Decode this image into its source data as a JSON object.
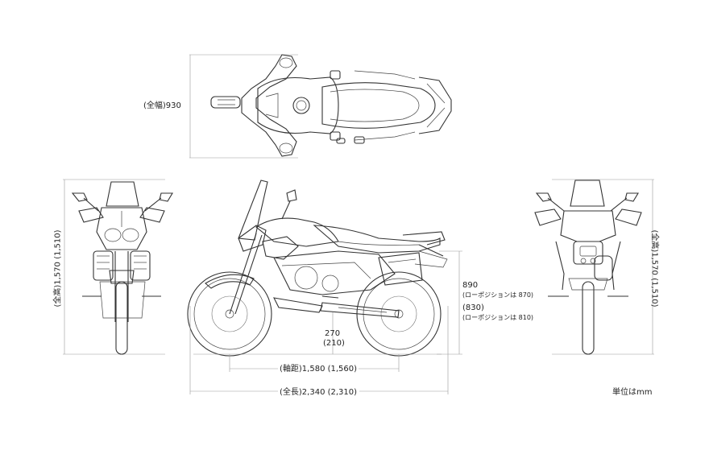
{
  "top_view": {
    "width_label": "(全幅)930"
  },
  "front_view": {
    "height_label": "(全高)1,570 (1,510)"
  },
  "rear_view": {
    "height_label": "(全高)1,570 (1,510)"
  },
  "side_view": {
    "ground_clearance": "270",
    "ground_clearance_alt": "(210)",
    "seat_height": "890",
    "seat_height_low": "(ローポジションは 870)",
    "seat_height_alt": "(830)",
    "seat_height_alt_low": "(ローポジションは 810)",
    "wheelbase_label": "(軸距)1,580 (1,560)",
    "length_label": "(全長)2,340 (2,310)"
  },
  "unit_note": "単位はmm"
}
